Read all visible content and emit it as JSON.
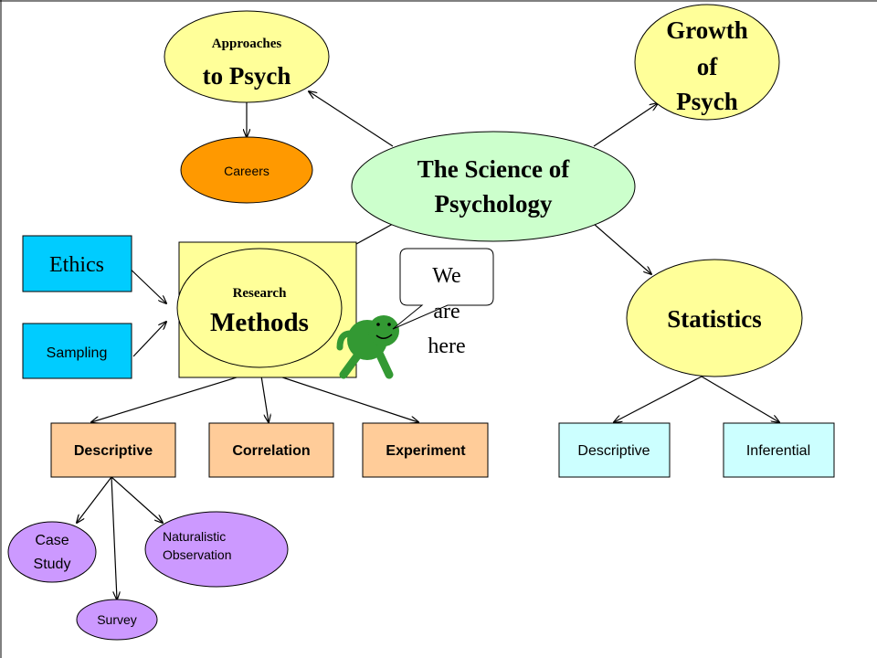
{
  "colors": {
    "yellow": "#ffff99",
    "green": "#ccffcc",
    "orange": "#ff9900",
    "cyan": "#00ccff",
    "peach": "#ffcc99",
    "light_cyan": "#ccffff",
    "lavender": "#cc99ff",
    "turtle": "#339933"
  },
  "center": {
    "line1": "The Science of",
    "line2": "Psychology"
  },
  "approaches": {
    "line1": "Approaches",
    "line2": "to Psych"
  },
  "growth": {
    "line1": "Growth",
    "line2": "of",
    "line3": "Psych"
  },
  "careers": {
    "label": "Careers"
  },
  "research": {
    "line1": "Research",
    "line2": "Methods"
  },
  "ethics": {
    "label": "Ethics"
  },
  "sampling": {
    "label": "Sampling"
  },
  "statistics": {
    "label": "Statistics"
  },
  "callout": {
    "line1": "We",
    "line2": "are",
    "line3": "here"
  },
  "methods": {
    "descriptive": "Descriptive",
    "correlation": "Correlation",
    "experiment": "Experiment"
  },
  "stats_types": {
    "descriptive": "Descriptive",
    "inferential": "Inferential"
  },
  "descriptive_methods": {
    "case_study": {
      "line1": "Case",
      "line2": "Study"
    },
    "naturalistic": {
      "line1": "Naturalistic",
      "line2": "Observation"
    },
    "survey": "Survey"
  }
}
